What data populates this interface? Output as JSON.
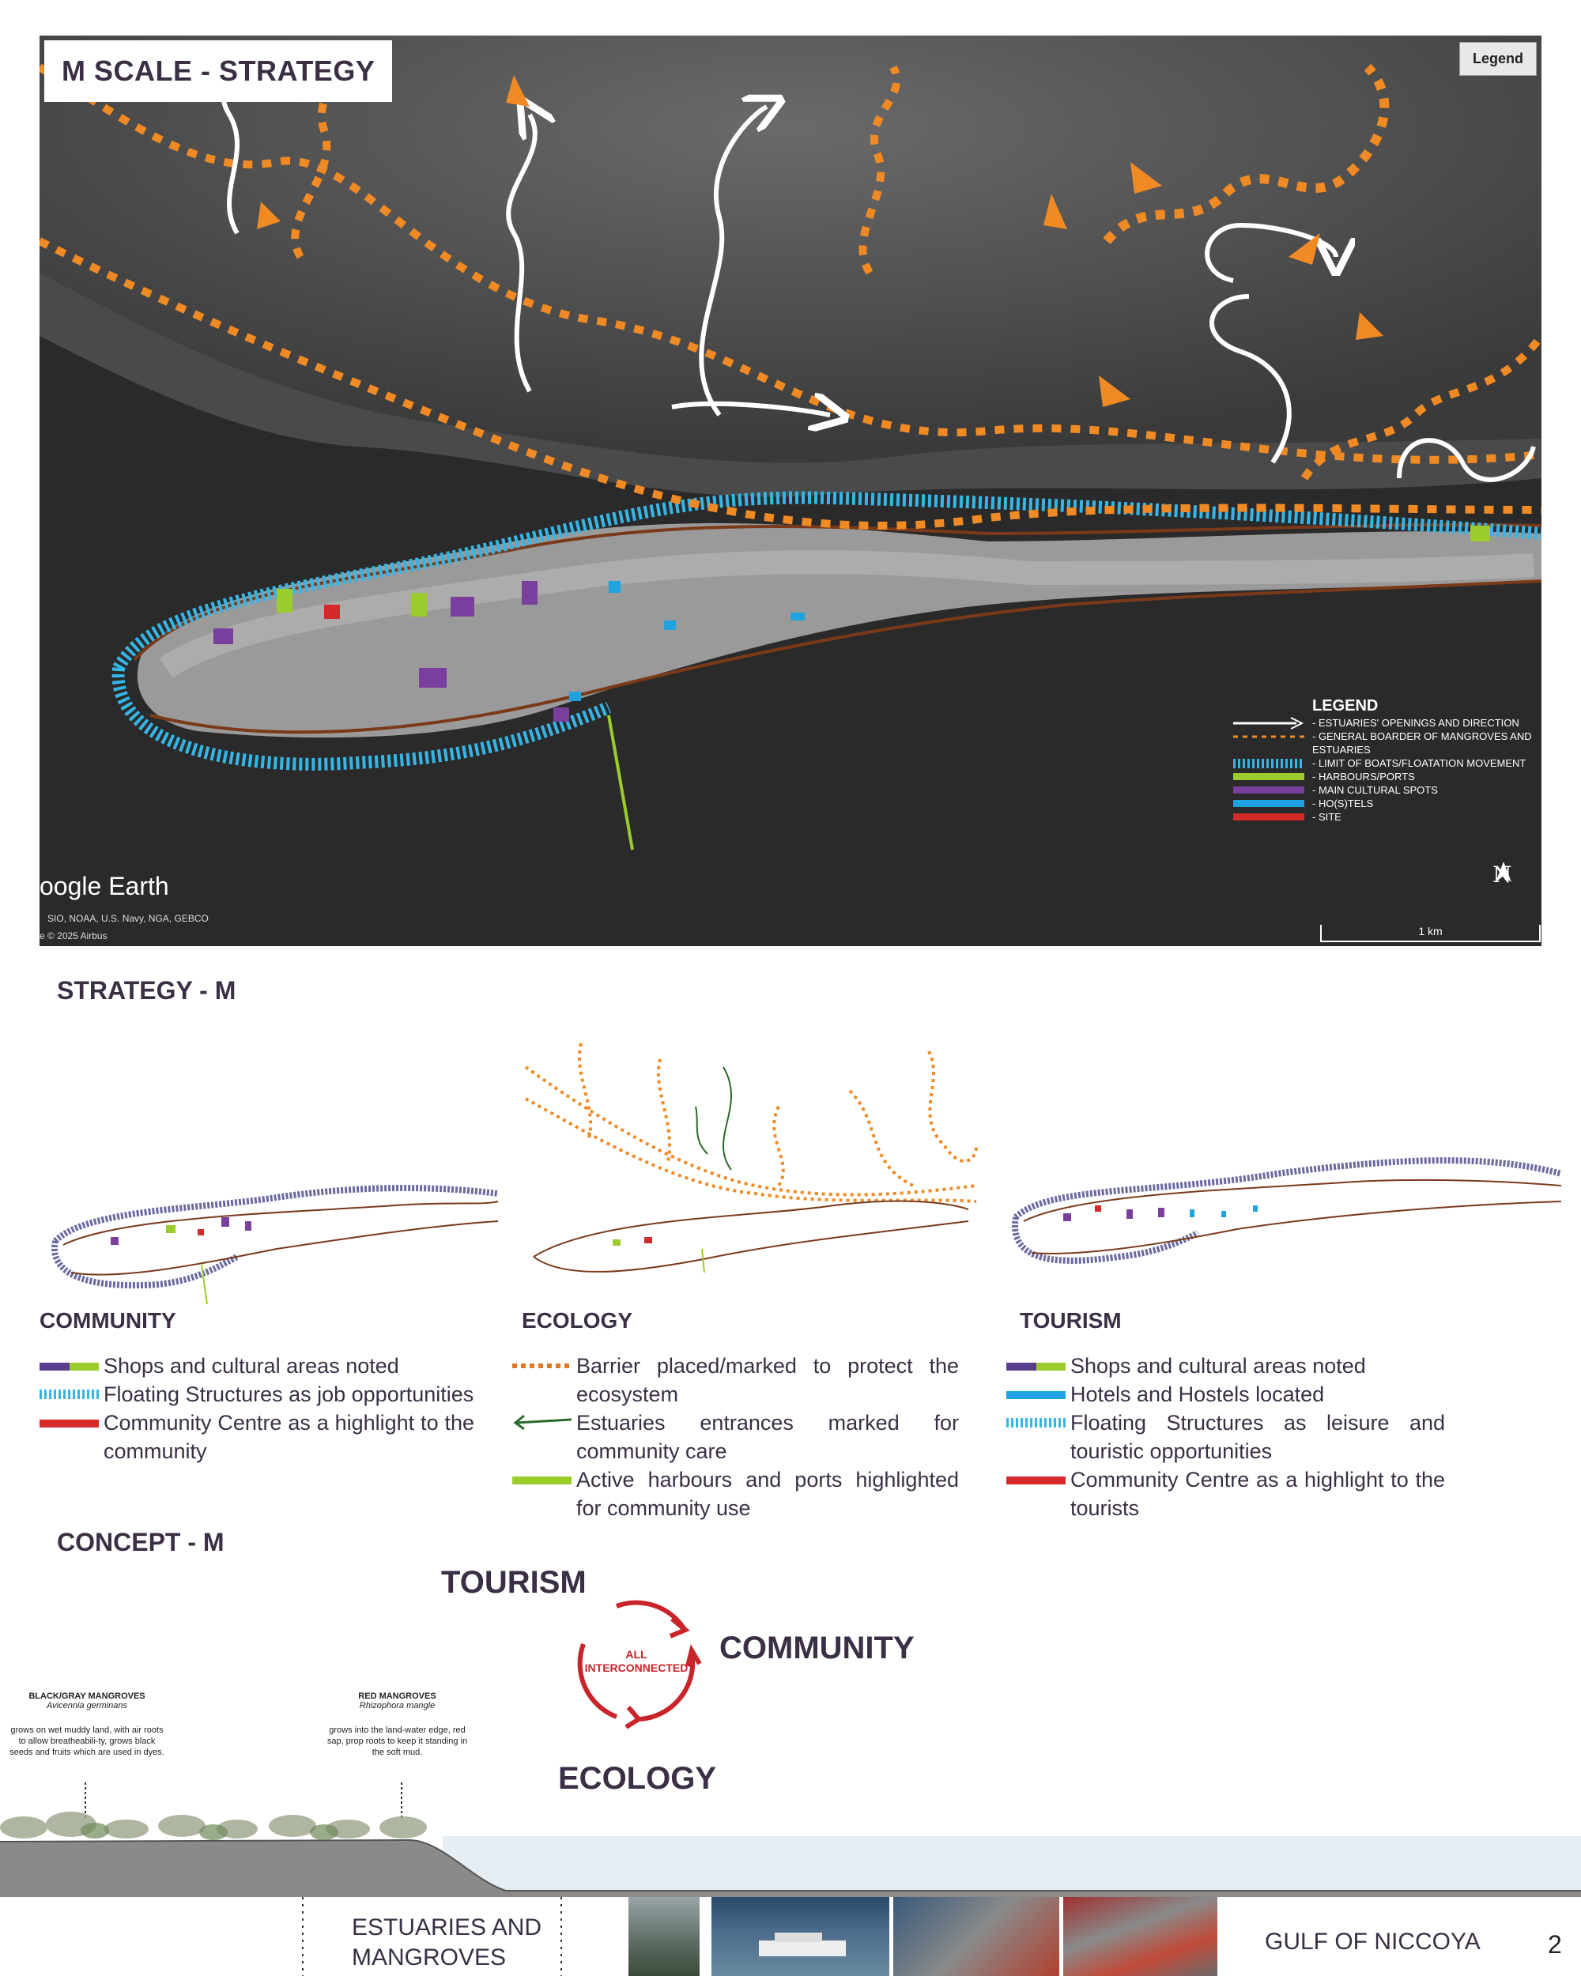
{
  "map": {
    "title": "M SCALE - STRATEGY",
    "legend_button": "Legend",
    "legend_heading": "LEGEND",
    "legend_items": [
      {
        "label": "- ESTUARIES' OPENINGS AND DIRECTION",
        "color": "#ffffff",
        "icon": "white-arrow"
      },
      {
        "label": "- GENERAL BOARDER OF MANGROVES AND ESTUARIES",
        "color": "#f08a24",
        "icon": "orange-dashed-line"
      },
      {
        "label": "- LIMIT OF BOATS/FLOATATION MOVEMENT",
        "color": "#35b6e6",
        "icon": "blue-hatched-line"
      },
      {
        "label": "- HARBOURS/PORTS",
        "color": "#9ccc2c",
        "icon": "green-bar"
      },
      {
        "label": "- MAIN CULTURAL SPOTS",
        "color": "#7a3e9d",
        "icon": "purple-bar"
      },
      {
        "label": "- HO(S)TELS",
        "color": "#1fa3e0",
        "icon": "blue-bar"
      },
      {
        "label": "- SITE",
        "color": "#d42a2a",
        "icon": "red-bar"
      }
    ],
    "google_label": "oogle Earth",
    "copyright_1": "SIO, NOAA, U.S. Navy, NGA, GEBCO",
    "copyright_2": "e © 2025 Airbus",
    "scale_label": "1 km",
    "north_label": "N"
  },
  "strategy": {
    "heading": "STRATEGY - M",
    "columns": [
      {
        "title": "COMMUNITY",
        "items": [
          {
            "text": "Shops and cultural areas noted",
            "icon": "purple-green-bar"
          },
          {
            "text": "Floating Structures as job opportunities",
            "icon": "blue-hatched-bar"
          },
          {
            "text": "Community Centre as a highlight to the community",
            "icon": "red-bar"
          }
        ]
      },
      {
        "title": "ECOLOGY",
        "items": [
          {
            "text": "Barrier placed/marked to protect the ecosystem",
            "icon": "orange-dotted-line"
          },
          {
            "text": "Estuaries entrances marked for community care",
            "icon": "green-arrow"
          },
          {
            "text": "Active harbours and ports highlighted for community use",
            "icon": "green-bar"
          }
        ]
      },
      {
        "title": "TOURISM",
        "items": [
          {
            "text": "Shops and cultural areas noted",
            "icon": "purple-green-bar"
          },
          {
            "text": "Hotels and Hostels located",
            "icon": "blue-bar"
          },
          {
            "text": "Floating Structures as leisure and touristic opportunities",
            "icon": "blue-hatched-bar"
          },
          {
            "text": "Community Centre as a highlight to the tourists",
            "icon": "red-bar"
          }
        ]
      }
    ]
  },
  "concept": {
    "heading": "CONCEPT - M",
    "tourism": "TOURISM",
    "community": "COMMUNITY",
    "ecology": "ECOLOGY",
    "center_1": "ALL",
    "center_2": "INTERCONNECTED"
  },
  "mangroves": {
    "black": {
      "title": "BLACK/GRAY MANGROVES",
      "species": "Avicennia germinans",
      "desc": "grows on wet muddy land, with air roots to allow breatheabili-ty, grows black seeds and fruits which are used in dyes."
    },
    "red": {
      "title": "RED MANGROVES",
      "species": "Rhizophora mangle",
      "desc": "grows into the land-water edge, red sap, prop roots to keep it standing in the soft mud."
    }
  },
  "bottom": {
    "estuaries_1": "ESTUARIES AND",
    "estuaries_2": "MANGROVES",
    "gulf": "GULF OF NICCOYA",
    "page_number": "2"
  }
}
